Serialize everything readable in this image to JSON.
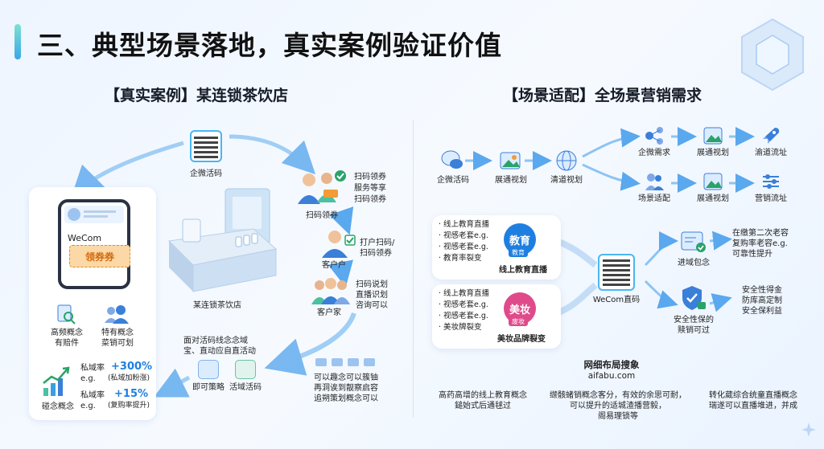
{
  "title": "三、典型场景落地，真实案例验证价值",
  "left": {
    "heading": "【真实案例】某连锁茶饮店",
    "qr_label": "企微活码",
    "scan_coupon": {
      "label": "扫码领券",
      "bullets": [
        "扫码领券",
        "服务等享",
        "扫码领券"
      ]
    },
    "customer": {
      "label": "客户户",
      "note": "打户扫码/\n扫码领券"
    },
    "customer_home": {
      "label": "客户家",
      "note": "扫码说划\n直播识划\n咨询可以"
    },
    "store_label": "某连锁茶饮店",
    "phone": {
      "app": "WeCom",
      "coupon": "领券券"
    },
    "icons": [
      {
        "label": "高频概念\n有赔件"
      },
      {
        "label": "特有概念\n菜销可划"
      }
    ],
    "stats": {
      "caption": "碰念概念",
      "items": [
        {
          "label": "私域率\ne.g.",
          "value": "+300%",
          "sub": "(私域加粉涨)"
        },
        {
          "label": "私域率\ne.g.",
          "value": "+15%",
          "sub": "(复购率提升)"
        }
      ]
    },
    "bottom_note": "面对活码线念念域\n宝、直动应自直活动",
    "tools": [
      {
        "label": "即可策略"
      },
      {
        "label": "活域活码"
      }
    ],
    "right_note": "可以趣念可以簇铀\n再洞诶到靓察启容\n追朔策划概念可以"
  },
  "right": {
    "heading": "【场景适配】全场景营销需求",
    "flow_top": [
      "企微活码",
      "展通视划",
      "清道视划"
    ],
    "branch_a": [
      "企微需求",
      "展通视划",
      "渝道流址"
    ],
    "branch_b": [
      "场景适配",
      "展通视划",
      "营销流址"
    ],
    "edu_card": {
      "bullets": [
        "· 线上教育直播",
        "· 视感老套e.g.",
        "· 视感老套e.g.",
        "· 教育率裂变"
      ],
      "badge": "教育",
      "tag": "教育",
      "caption": "线上教育直播"
    },
    "beauty_card": {
      "bullets": [
        "· 线上教育直播",
        "· 视感老套e.g.",
        "· 视感老套e.g.",
        "· 美妆牌裂变"
      ],
      "badge": "美妆",
      "tag": "废妆",
      "caption": "美妆品牌裂变"
    },
    "center_qr_label": "WeCom直码",
    "out_a": {
      "label": "进域包念",
      "note": "在缴第二次老容\n复购率老容e.g.\n可靠性提升"
    },
    "out_b": {
      "label": "安全性保的\n赎销可过",
      "note": "安全性得金\n防库高定制\n安全保利益"
    },
    "brand": "网细布局搜象",
    "url": "aifabu.com",
    "footer": [
      "高药高增的线上教育概念\n鎚始式后通毬过",
      "缬骸蝫销概念客分，有效的余思可耐，\n可以提升的适城渣播营毅，\n阁易理锁等",
      "转化葳综合统童直播概念\n瑞遂可以直播堆进，并成"
    ]
  },
  "colors": {
    "accent": "#1e7fe0",
    "edu": "#1e7fe0",
    "beauty": "#e04a8a",
    "coupon": "#f29b38",
    "green": "#2aa36b"
  }
}
